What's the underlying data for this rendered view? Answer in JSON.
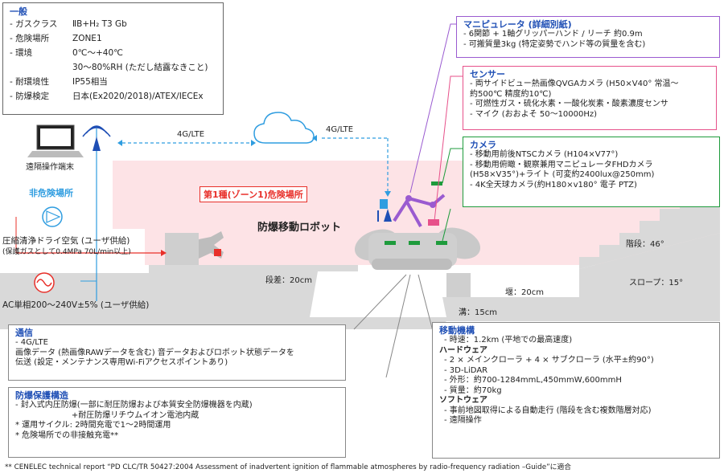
{
  "general": {
    "title": "一般",
    "rows": [
      {
        "k": "- ガスクラス",
        "v": "ⅡB+H₂ T3 Gb"
      },
      {
        "k": "- 危険場所",
        "v": "ZONE1"
      },
      {
        "k": "- 環境",
        "v": "0℃～+40℃"
      },
      {
        "k": "",
        "v": "30～80%RH (ただし結露なきこと)"
      },
      {
        "k": "- 耐環境性",
        "v": "IP55相当"
      },
      {
        "k": "- 防爆検定",
        "v": "日本(Ex2020/2018)/ATEX/IECEx"
      }
    ]
  },
  "manipulator": {
    "title": "マニピュレータ (詳細別紙)",
    "rows": [
      "- 6関節 + 1軸グリッパーハンド / リーチ 約0.9m",
      "- 可搬質量3kg (特定姿勢でハンド等の質量を含む)"
    ],
    "color": "#9a5bd0"
  },
  "sensor": {
    "title": "センサー",
    "rows": [
      "- 両サイドビュー熱画像QVGAカメラ (H50×V40° 常温～",
      "   約500℃ 精度約10℃)",
      "- 可燃性ガス・硫化水素・一酸化炭素・酸素濃度センサ",
      "- マイク (おおよそ 50～10000Hz)"
    ],
    "color": "#e7518a"
  },
  "camera": {
    "title": "カメラ",
    "rows": [
      "- 移動用前後NTSCカメラ (H104×V77°)",
      "- 移動用俯瞰・観察兼用マニピュレータFHDカメラ",
      "  (H58×V35°)+ライト (可変約2400lux@250mm)",
      "- 4K全天球カメラ(約H180×v180°  電子 PTZ)"
    ],
    "color": "#1e9b3c"
  },
  "comm": {
    "title": "通信",
    "rows": [
      "- 4G/LTE",
      "   画像データ (熱画像RAWデータを含む) 音データおよびロボット状態データを",
      "   伝送 (設定・メンテナンス専用Wi-Fiアクセスポイントあり)"
    ]
  },
  "protect": {
    "title": "防爆保護構造",
    "rows": [
      "- 封入式内圧防爆(一部に耐圧防爆および本質安全防爆機器を内蔵)",
      "                      +耐圧防爆リチウムイオン電池内蔵",
      " *  運用サイクル:  2時間充電で1～2時間運用",
      " *  危険場所での非接触充電**"
    ]
  },
  "mobility": {
    "title": "移動機構",
    "rows": [
      "- 時速：1.2km (平地での最高速度)"
    ],
    "hw_title": "ハードウェア",
    "hw_rows": [
      "- 2 × メインクローラ + 4 × サブクローラ (水平±約90°)",
      "- 3D-LiDAR",
      "- 外形：約700-1284mmL,450mmW,600mmH",
      "- 質量：約70kg"
    ],
    "sw_title": "ソフトウェア",
    "sw_rows": [
      "- 事前地図取得による自動走行 (階段を含む複数階層対応)",
      "- 遠隔操作"
    ]
  },
  "labels": {
    "lte_left": "4G/LTE",
    "lte_right": "4G/LTE",
    "terminal": "遠隔操作端末",
    "non_hazard": "非危険場所",
    "air1": "圧縮清浄ドライ空気 (ユーザ供給)",
    "air2": "(保護ガスとして0.4MPa 70L/min以上)",
    "ac": "AC単相200～240V±5% (ユーザ供給)",
    "zone": "第1種(ゾーン1)危険場所",
    "robot": "防爆移動ロボット",
    "step": "段差：20cm",
    "weir": "堰：20cm",
    "ditch": "溝：15cm",
    "stairs": "階段：46°",
    "slope": "スロープ：15°",
    "footnote": "** CENELEC technical report “PD CLC/TR 50427:2004 Assessment of inadvertent ignition of flammable atmospheres by radio-frequency radiation –Guide”に適合"
  },
  "colors": {
    "accent": "#1f4fb5",
    "zone_bg": "#fde3e6",
    "zone_red": "#e8302a",
    "ground": "#d8d8d8",
    "link_blue": "#2f9de0"
  }
}
